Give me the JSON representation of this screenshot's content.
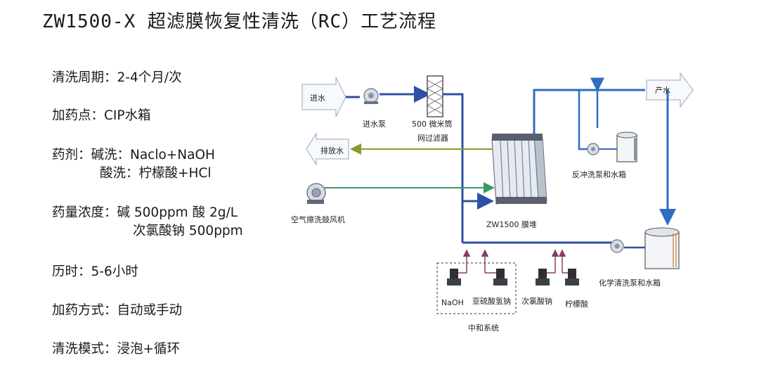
{
  "title": "ZW1500-X 超滤膜恢复性清洗（RC）工艺流程",
  "specs": {
    "cycle": "清洗周期：2-4个月/次",
    "dosing_point": "加药点：CIP水箱",
    "agents_line1": "药剂：碱洗：Naclo+NaOH",
    "agents_line2": "酸洗：柠檬酸+HCl",
    "conc_line1": "药量浓度：碱 500ppm 酸 2g/L",
    "conc_line2": "次氯酸钠 500ppm",
    "duration": "历时：5-6小时",
    "dosing_mode": "加药方式：自动或手动",
    "clean_mode": "清洗模式：浸泡+循环"
  },
  "diagram": {
    "inlet": "进水",
    "inlet_pump": "进水泵",
    "filter_line1": "500 微米筒",
    "filter_line2": "网过滤器",
    "drain": "排放水",
    "blower": "空气擦洗鼓风机",
    "membrane": "ZW1500 膜堆",
    "product": "产水",
    "backwash": "反冲洗泵和水箱",
    "cip": "化学清洗泵和水箱",
    "naoh": "NaOH",
    "bisulfite": "亚硫酸氢钠",
    "neutralization": "中和系统",
    "hypochlorite": "次氯酸钠",
    "citric": "柠檬酸"
  },
  "colors": {
    "main_pipe": "#2e4fa3",
    "product_pipe": "#2f6cc2",
    "drain_pipe": "#8a9a2e",
    "air_pipe": "#3a9a62",
    "chem_pipe": "#8a3a6a"
  }
}
